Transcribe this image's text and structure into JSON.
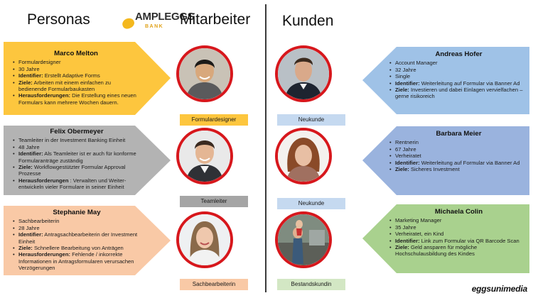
{
  "headings": {
    "personas": "Personas",
    "mitarbeiter": "Mitarbeiter",
    "kunden": "Kunden"
  },
  "logo": {
    "word": "AMPLEGGS",
    "sub": "BANK"
  },
  "employees": [
    {
      "name": "Marco Melton",
      "color": "#fdc63e",
      "lines": [
        {
          "label": "",
          "text": "Formulardesigner"
        },
        {
          "label": "",
          "text": "30 Jahre"
        },
        {
          "label": "Identifier:",
          "text": " Erstellt Adaptive Forms"
        },
        {
          "label": "Ziele:",
          "text": " Arbeiten mit einem einfachen zu bedienende Formularbaukasten"
        },
        {
          "label": "Herausforderungen:",
          "text": " Die Erstellung eines neuen Formulars kann mehrere Wochen dauern."
        }
      ],
      "role": "Formulardesigner",
      "role_color": "#fdc63e"
    },
    {
      "name": "Felix Obermeyer",
      "color": "#b3b3b3",
      "lines": [
        {
          "label": "",
          "text": "Teamleiter in der Investment Banking Einheit"
        },
        {
          "label": "",
          "text": "48 Jahre"
        },
        {
          "label": "Identifier:",
          "text": " Als Teamleiter ist er auch für konforme Formularanträge zuständig"
        },
        {
          "label": "Ziele:",
          "text": " Workflowgestützter Formular Approval Prozesse"
        },
        {
          "label": "Herausforderungen",
          "text": " : Verwalten und Weiter-entwickeln vieler Formulare in seiner Einheit"
        }
      ],
      "role": "Teamleiter",
      "role_color": "#a5a5a5"
    },
    {
      "name": "Stephanie May",
      "color": "#f9c9a6",
      "lines": [
        {
          "label": "",
          "text": "Sachbearbeiterin"
        },
        {
          "label": "",
          "text": "28 Jahre"
        },
        {
          "label": "Identifier:",
          "text": " Antragsachbearbeiterin der Investment Einheit"
        },
        {
          "label": "Ziele:",
          "text": " Schnellere Bearbeitung von Anträgen"
        },
        {
          "label": "Herausforderungen:",
          "text": " Fehlende / inkorrekte Informationen in Antragsformularen verursachen Verzögerungen"
        }
      ],
      "role": "Sachbearbeiterin",
      "role_color": "#f9c9a6"
    }
  ],
  "customers": [
    {
      "name": "Andreas Hofer",
      "color": "#9fc2e7",
      "lines": [
        {
          "label": "",
          "text": "Account Manager"
        },
        {
          "label": "",
          "text": "32 Jahre"
        },
        {
          "label": "",
          "text": "Single"
        },
        {
          "label": "Identifier:",
          "text": " Weiterleitung auf Formular via Banner Ad"
        },
        {
          "label": "Ziele:",
          "text": " Investieren und dabei Einlagen vervielfachen – gerne risikoreich"
        }
      ],
      "role": "Neukunde",
      "role_color": "#c5d9f0"
    },
    {
      "name": "Barbara Meier",
      "color": "#9ab3de",
      "lines": [
        {
          "label": "",
          "text": "Rentnerin"
        },
        {
          "label": "",
          "text": "67 Jahre"
        },
        {
          "label": "",
          "text": "Verheiratet"
        },
        {
          "label": "Identifier:",
          "text": " Weiterleitung auf Formular via Banner Ad"
        },
        {
          "label": "Ziele:",
          "text": " Sicheres Investment"
        }
      ],
      "role": "Neukunde",
      "role_color": "#c5d9f0"
    },
    {
      "name": "Michaela Colin",
      "color": "#a9d18e",
      "lines": [
        {
          "label": "",
          "text": "Marketing Manager"
        },
        {
          "label": "",
          "text": "35 Jahre"
        },
        {
          "label": "",
          "text": "Verheiratet, ein Kind"
        },
        {
          "label": "Identifier:",
          "text": " Link zum Formular via QR Barcode Scan"
        },
        {
          "label": "Ziele:",
          "text": " Geld ansparen für mögliche Hochschulausbildung des Kindes"
        }
      ],
      "role": "Bestandskundin",
      "role_color": "#d3e7c4"
    }
  ],
  "brand": "eggsunimedia"
}
